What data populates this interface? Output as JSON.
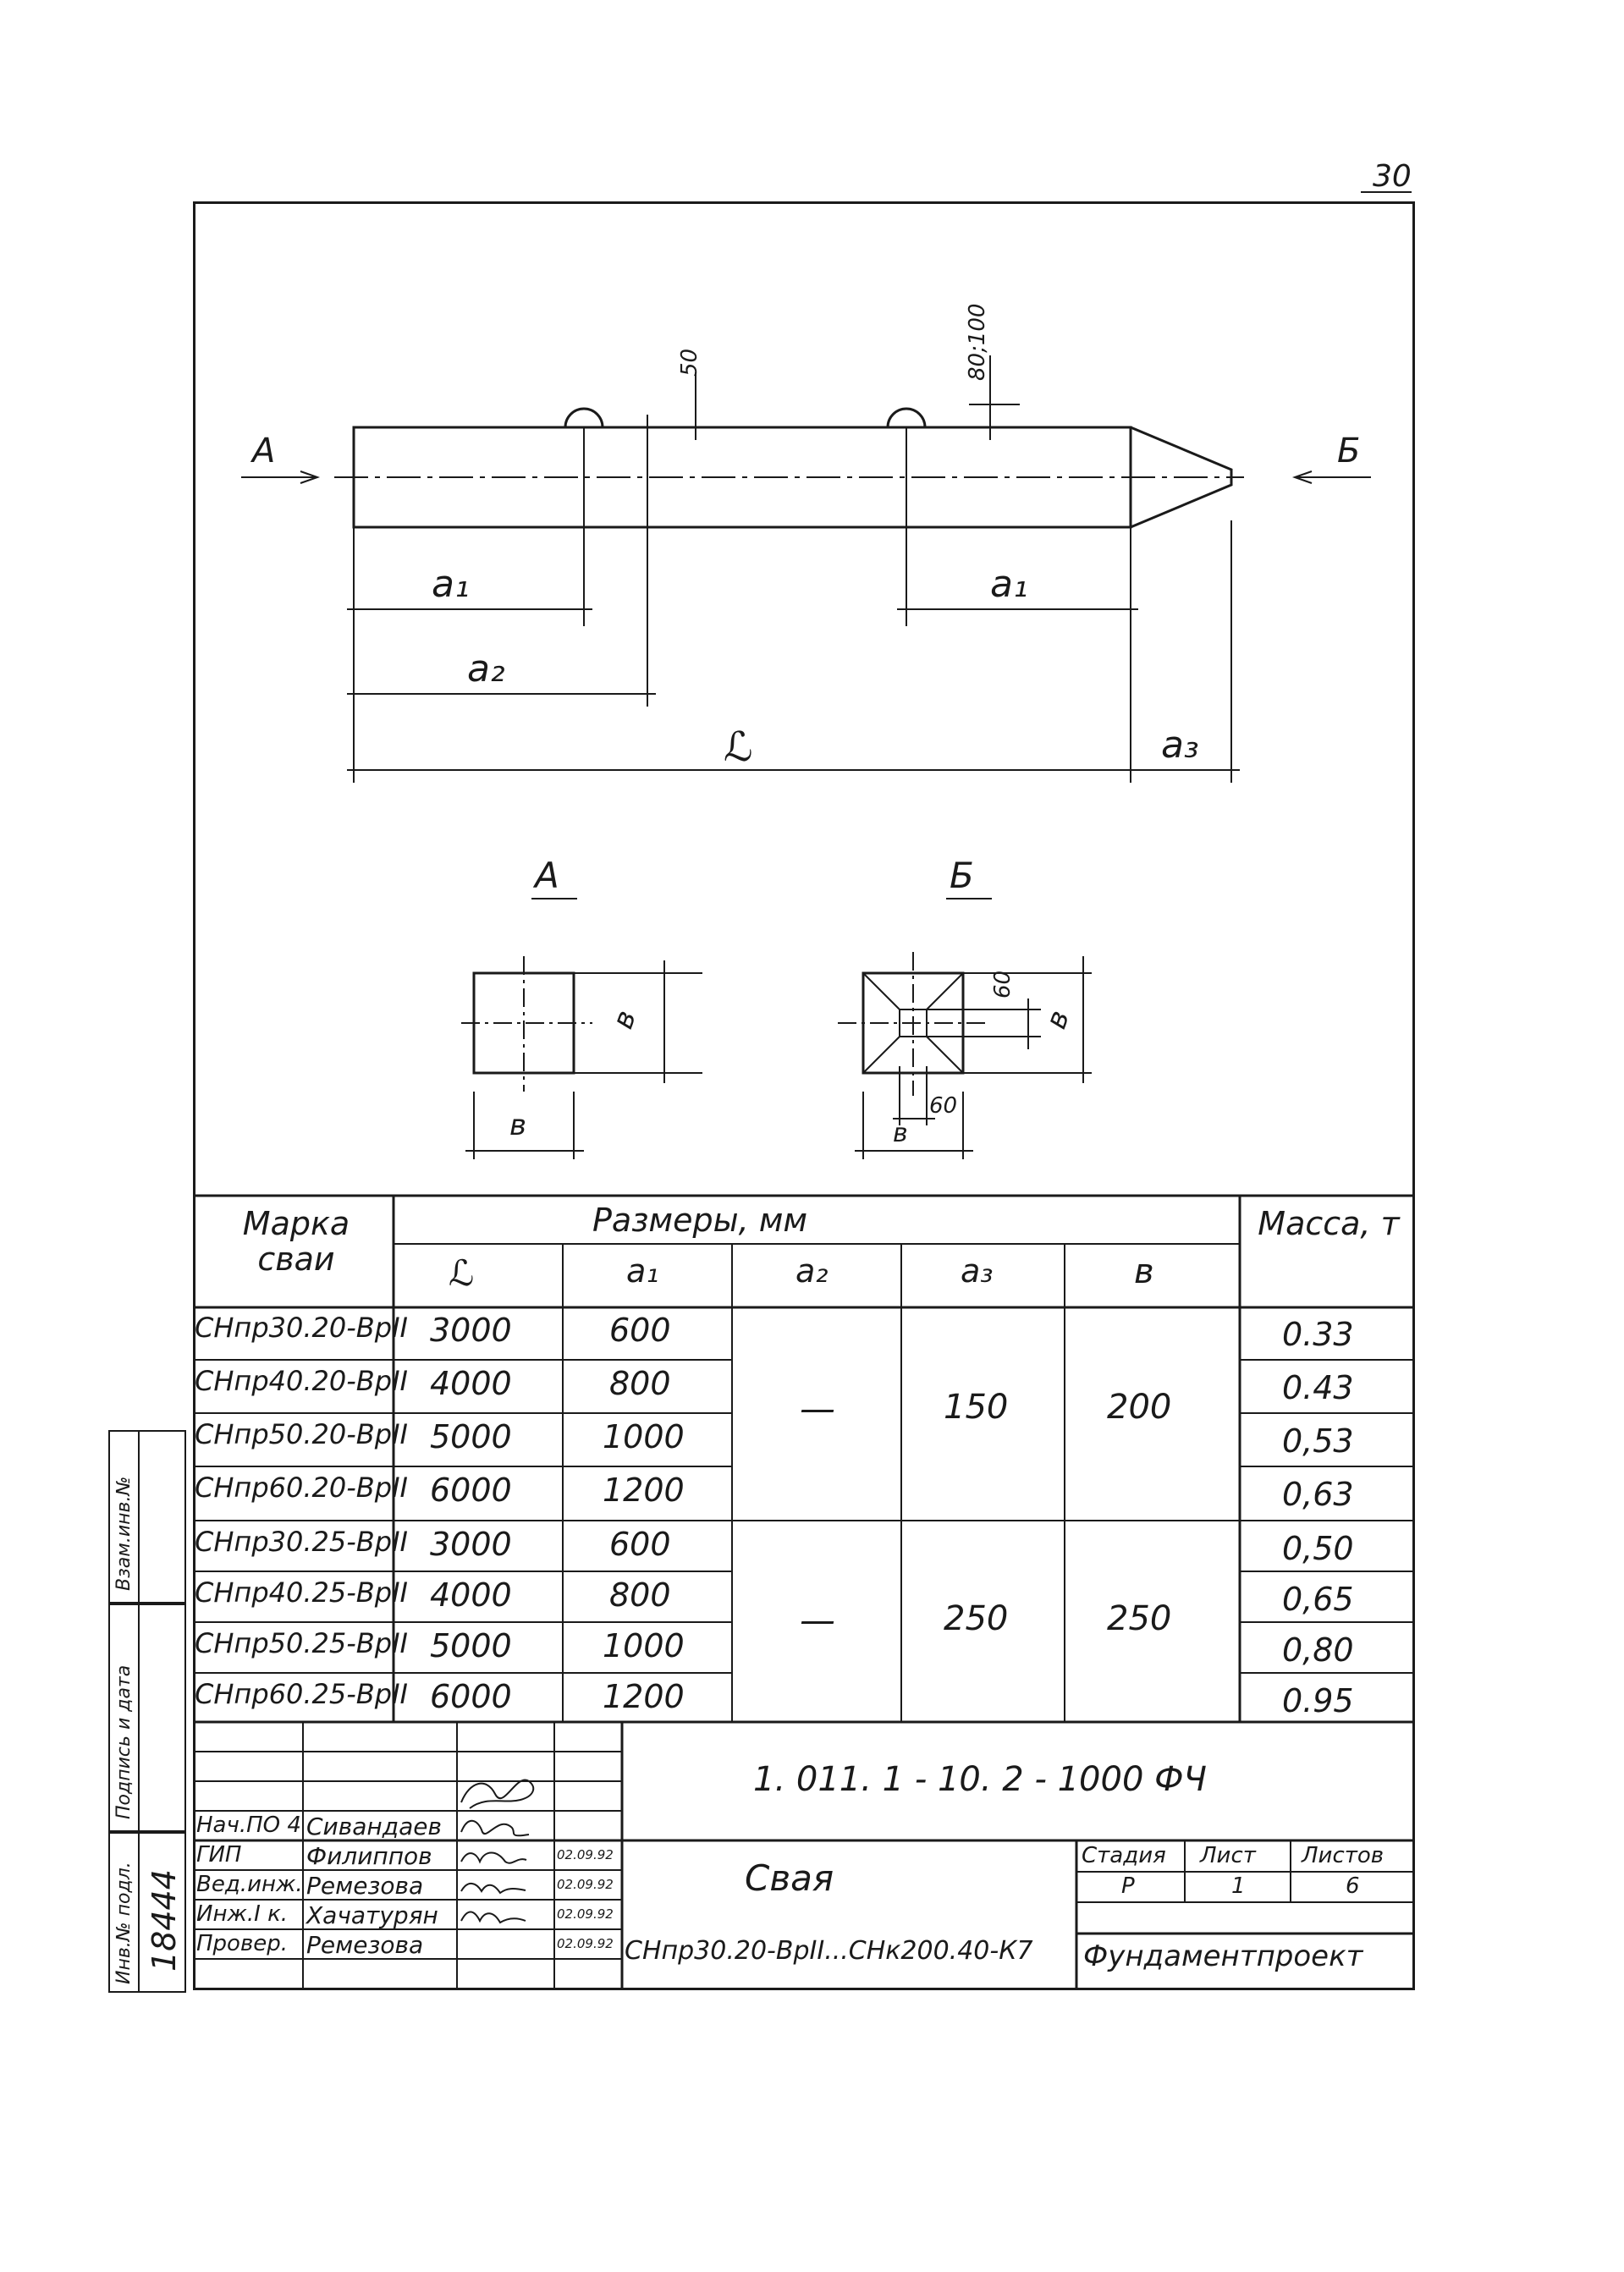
{
  "page_number": "30",
  "drawing": {
    "view_a_marker": "А",
    "view_b_marker": "Б",
    "dim_50": "50",
    "dim_loop": "80;100",
    "dim_a1_left": "a₁",
    "dim_a1_right": "a₁",
    "dim_a2": "a₂",
    "dim_L": "ℒ",
    "dim_a3": "a₃",
    "section_a_title": "А",
    "section_b_title": "Б",
    "section_a_side": "в",
    "section_a_bottom": "в",
    "section_b_side": "в",
    "section_b_bottom": "в",
    "section_b_dim_60_top": "60",
    "section_b_dim_60_bottom": "60"
  },
  "table": {
    "header_mark": "Марка сваи",
    "header_sizes": "Размеры, мм",
    "header_mass": "Масса, т",
    "col_L": "ℒ",
    "col_a1": "a₁",
    "col_a2": "a₂",
    "col_a3": "a₃",
    "col_b": "в",
    "rows": [
      {
        "mark": "СНпр30.20-ВрII",
        "L": "3000",
        "a1": "600",
        "mass": "0.33"
      },
      {
        "mark": "СНпр40.20-ВрII",
        "L": "4000",
        "a1": "800",
        "mass": "0.43"
      },
      {
        "mark": "СНпр50.20-ВрII",
        "L": "5000",
        "a1": "1000",
        "mass": "0,53"
      },
      {
        "mark": "СНпр60.20-ВрII",
        "L": "6000",
        "a1": "1200",
        "mass": "0,63"
      },
      {
        "mark": "СНпр30.25-ВрII",
        "L": "3000",
        "a1": "600",
        "mass": "0,50"
      },
      {
        "mark": "СНпр40.25-ВрII",
        "L": "4000",
        "a1": "800",
        "mass": "0,65"
      },
      {
        "mark": "СНпр50.25-ВрII",
        "L": "5000",
        "a1": "1000",
        "mass": "0,80"
      },
      {
        "mark": "СНпр60.25-ВрII",
        "L": "6000",
        "a1": "1200",
        "mass": "0.95"
      }
    ],
    "group1": {
      "a2": "—",
      "a3": "150",
      "b": "200"
    },
    "group2": {
      "a2": "—",
      "a3": "250",
      "b": "250"
    }
  },
  "title_block": {
    "code": "1. 011. 1 - 10. 2 - 1000 ФЧ",
    "title": "Свая",
    "subtitle": "СНпр30.20-ВрII...СНк200.40-К7",
    "stage_label": "Стадия",
    "sheet_label": "Лист",
    "sheets_label": "Листов",
    "stage": "Р",
    "sheet": "1",
    "sheets": "6",
    "organization": "Фундаментпроект",
    "staff": [
      {
        "role": "Нач.ПО 4",
        "name": "Сивандаев",
        "date": ""
      },
      {
        "role": "ГИП",
        "name": "Филиппов",
        "date": "02.09.92"
      },
      {
        "role": "Вед.инж.",
        "name": "Ремезова",
        "date": "02.09.92"
      },
      {
        "role": "Инж.I к.",
        "name": "Хачатурян",
        "date": "02.09.92"
      },
      {
        "role": "Провер.",
        "name": "Ремезова",
        "date": "02.09.92"
      }
    ]
  },
  "side_stamp": {
    "vzam_inv": "Взам.инв.№",
    "podpis_data": "Подпись и дата",
    "inv_podl": "Инв.№ подл.",
    "inv_number": "18444"
  }
}
